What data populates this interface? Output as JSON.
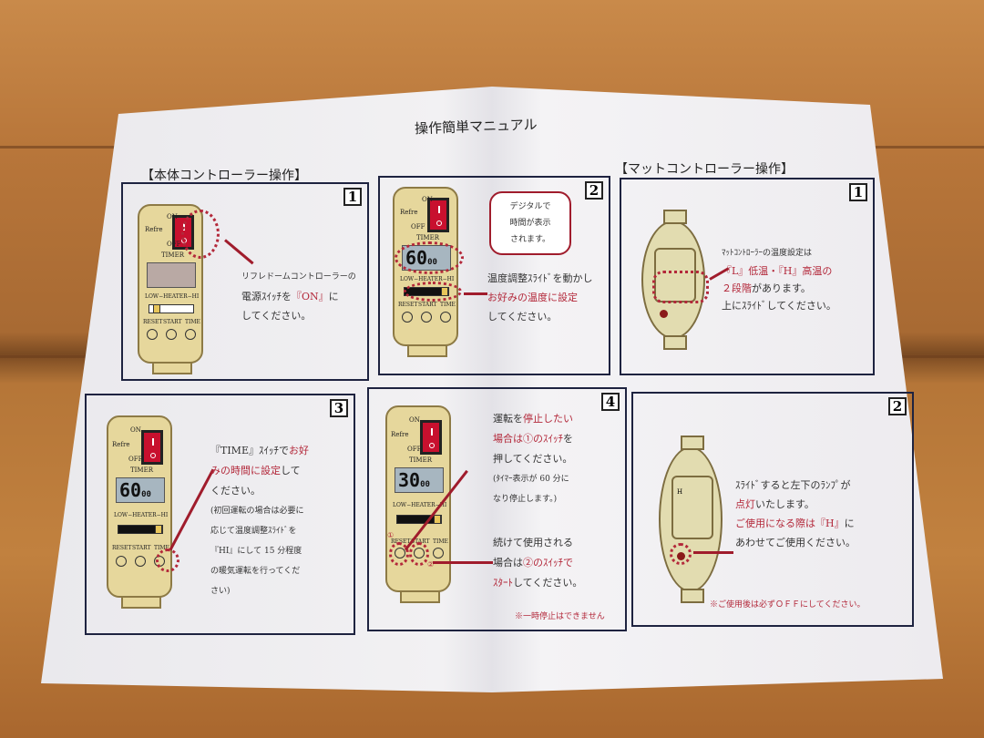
{
  "title": "操作簡単マニュアル",
  "sections": {
    "body": "【本体コントローラー操作】",
    "mat": "【マットコントローラー操作】"
  },
  "device": {
    "on": "ON",
    "refre": "Refre",
    "off": "OFF",
    "timer": "TIMER",
    "slider": "LOW−HEATER−HI",
    "reset": "RESET",
    "start": "START",
    "time": "TIME",
    "lcd60": "60",
    "lcd30": "30",
    "lcd_small": "00",
    "mat_h": "H",
    "circle1": "①",
    "circle2": "②"
  },
  "body_panels": [
    {
      "num": "1",
      "lines": [
        [
          "リフレドームコントローラーの",
          ""
        ],
        [
          "電源ｽｲｯﾁを",
          "『ON』",
          "に"
        ],
        [
          "してください。",
          "",
          ""
        ]
      ]
    },
    {
      "num": "2",
      "bubble": [
        "デジタルで",
        "時間が表示",
        "されます。"
      ],
      "lines": [
        [
          "温度調整ｽﾗｲﾄﾞを動かし",
          ""
        ],
        [
          "",
          "お好みの温度に設定"
        ],
        [
          "してください。",
          ""
        ]
      ]
    },
    {
      "num": "3",
      "lines": [
        [
          "『TIME』ｽｲｯﾁで",
          "お好"
        ],
        [
          "",
          "みの時間に設定",
          "して"
        ],
        [
          "ください。"
        ],
        [
          "(初回運転の場合は必要に"
        ],
        [
          "応じて温度調整ｽﾗｲﾄﾞを"
        ],
        [
          "『HI』にして 15 分程度"
        ],
        [
          "の暖気運転を行ってくだ"
        ],
        [
          "さい)"
        ]
      ]
    },
    {
      "num": "4",
      "lines": [
        [
          "運転を",
          "停止したい"
        ],
        [
          "",
          "場合は①のｽｲｯﾁ",
          "を"
        ],
        [
          "押してください。"
        ],
        [
          "(ﾀｲﾏｰ表示が 60 分に"
        ],
        [
          "なり停止します。)"
        ]
      ],
      "lines2": [
        [
          "続けて使用される"
        ],
        [
          "場合は",
          "②のｽｲｯﾁで"
        ],
        [
          "",
          "ｽﾀｰﾄ",
          "してください。"
        ]
      ],
      "note": "※一時停止はできません"
    }
  ],
  "mat_panels": [
    {
      "num": "1",
      "lines": [
        [
          "ﾏｯﾄｺﾝﾄﾛｰﾗｰの温度設定は",
          ""
        ],
        [
          "",
          "『L』低温・『H』高温の"
        ],
        [
          "",
          "２段階",
          "があります。"
        ],
        [
          "上にｽﾗｲﾄﾞしてください。"
        ]
      ]
    },
    {
      "num": "2",
      "lines": [
        [
          "ｽﾗｲﾄﾞすると左下のﾗﾝﾌﾟが",
          ""
        ],
        [
          "",
          "点灯",
          "いたします。"
        ],
        [
          "",
          "ご使用になる際は『H』",
          "に"
        ],
        [
          "あわせてご使用ください。"
        ]
      ],
      "note": "※ご使用後は必ずＯＦＦにしてください。"
    }
  ],
  "colors": {
    "accent_red": "#b3283a",
    "frame": "#1e2340",
    "device_body": "#e6d79c"
  }
}
